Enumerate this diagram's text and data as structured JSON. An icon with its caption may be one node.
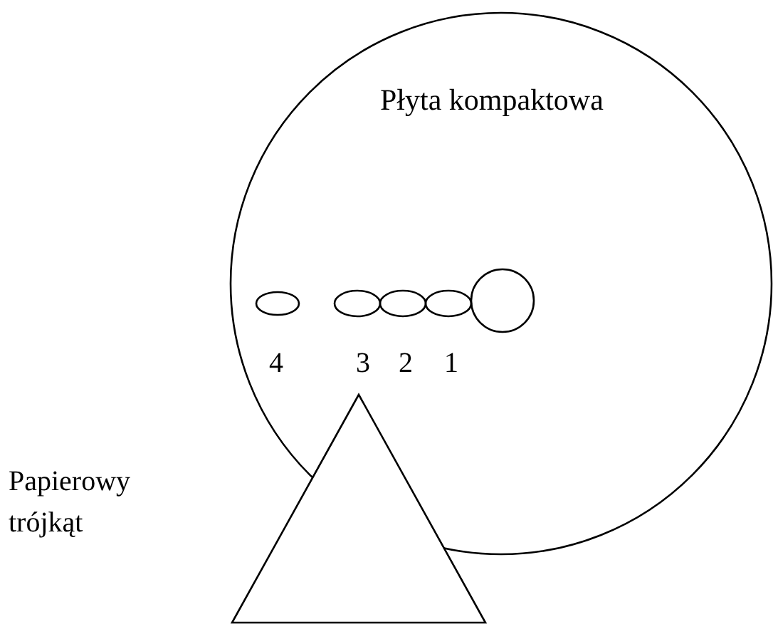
{
  "diagram": {
    "nodes": [
      {
        "text": [
          "Płyta kompaktowa"
        ]
      },
      {
        "text": [],
        "shape": "triangle",
        "beside": [
          "Papierowy trójkąt"
        ]
      }
    ],
    "labels": [
      "4",
      "3",
      "2",
      "1"
    ]
  }
}
